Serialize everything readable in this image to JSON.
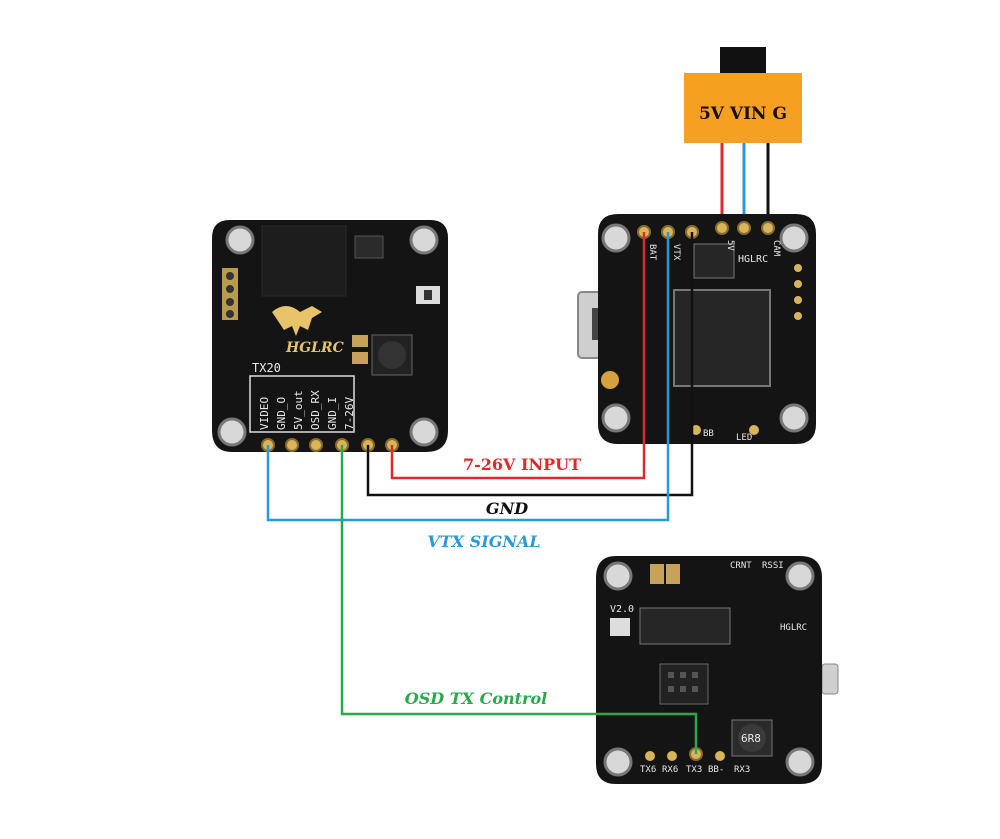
{
  "colors": {
    "red_wire": "#e02a2a",
    "blue_wire": "#2a9ad6",
    "black_wire": "#111111",
    "green_wire": "#2aa84a",
    "connector_orange": "#f5a020",
    "pcb": "#141414",
    "pad_gold": "#d8b45a"
  },
  "connector": {
    "label": "5V VIN G"
  },
  "wires": {
    "input": "7-26V INPUT",
    "gnd": "GND",
    "vtx_signal": "VTX SIGNAL",
    "osd_tx": "OSD TX Control"
  },
  "vtx_board": {
    "brand": "HGLRC",
    "model": "TX20",
    "pins": [
      "VIDEO",
      "GND_O",
      "5V_out",
      "OSD_RX",
      "GND_I",
      "7-26V"
    ]
  },
  "fc_board": {
    "brand": "HGLRC",
    "pins_top": [
      "BAT",
      "VTX",
      "5V",
      "CAM"
    ],
    "pins_bottom": [
      "BB",
      "LED"
    ]
  },
  "osd_board": {
    "brand": "HGLRC",
    "version": "V2.0",
    "pins_top": [
      "CRNT",
      "RSSI"
    ],
    "pins_bottom": [
      "TX6",
      "RX6",
      "TX3",
      "BB-",
      "RX3"
    ],
    "inductor": "6R8"
  }
}
